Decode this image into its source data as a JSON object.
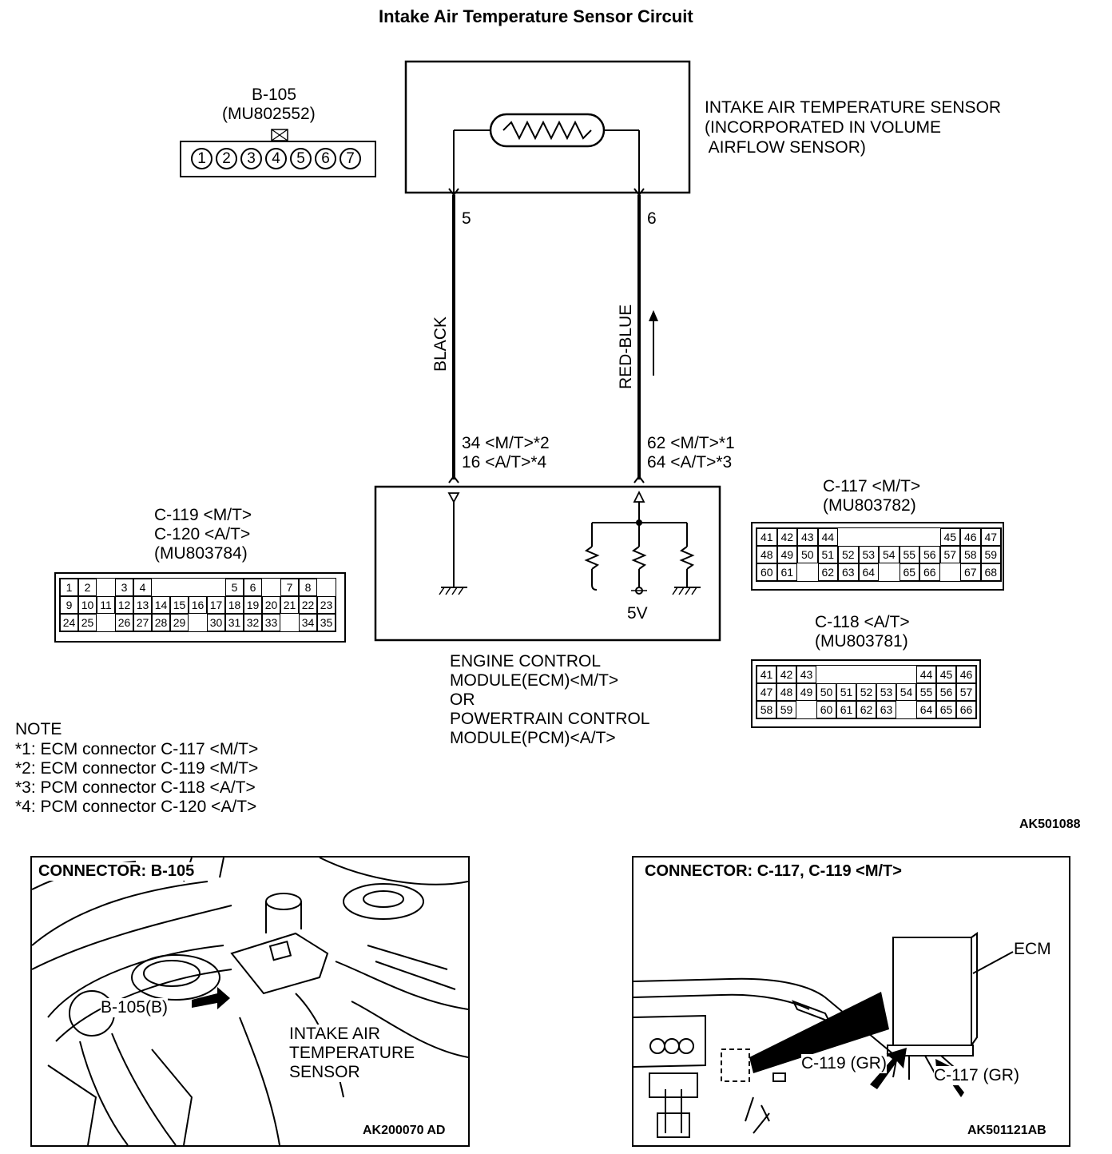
{
  "title": "Intake Air Temperature Sensor Circuit",
  "b105": {
    "label": "B-105",
    "part": "(MU802552)",
    "pins": [
      "1",
      "2",
      "3",
      "4",
      "5",
      "6",
      "7"
    ]
  },
  "sensor": {
    "line1": "INTAKE AIR TEMPERATURE SENSOR",
    "line2": "(INCORPORATED IN VOLUME",
    "line3": " AIRFLOW SENSOR)",
    "pin_left": "5",
    "pin_right": "6"
  },
  "wires": {
    "left_color": "BLACK",
    "right_color": "RED-BLUE",
    "left_term1": "34 <M/T>*2",
    "left_term2": "16 <A/T>*4",
    "right_term1": "62 <M/T>*1",
    "right_term2": "64 <A/T>*3"
  },
  "ecm": {
    "voltage": "5V",
    "line1": "ENGINE CONTROL",
    "line2": "MODULE(ECM)<M/T>",
    "line3": "OR",
    "line4": "POWERTRAIN CONTROL",
    "line5": "MODULE(PCM)<A/T>"
  },
  "c119": {
    "line1": "C-119 <M/T>",
    "line2": "C-120 <A/T>",
    "part": "(MU803784)",
    "rows": [
      [
        "1",
        "2",
        "",
        "3",
        "4",
        "",
        "",
        "",
        "",
        "5",
        "6",
        "",
        "7",
        "8"
      ],
      [
        "9",
        "10",
        "11",
        "12",
        "13",
        "14",
        "15",
        "16",
        "17",
        "18",
        "19",
        "20",
        "21",
        "22",
        "23"
      ],
      [
        "24",
        "25",
        "",
        "26",
        "27",
        "28",
        "29",
        "",
        "30",
        "31",
        "32",
        "33",
        "",
        "34",
        "35"
      ]
    ]
  },
  "c117": {
    "label": "C-117 <M/T>",
    "part": "(MU803782)",
    "rows": [
      [
        "41",
        "42",
        "43",
        "44",
        "",
        "",
        "",
        "",
        "",
        "45",
        "46",
        "47"
      ],
      [
        "48",
        "49",
        "50",
        "51",
        "52",
        "53",
        "54",
        "55",
        "56",
        "57",
        "58",
        "59"
      ],
      [
        "60",
        "61",
        "",
        "62",
        "63",
        "64",
        "",
        "65",
        "66",
        "",
        "67",
        "68"
      ]
    ]
  },
  "c118": {
    "label": "C-118 <A/T>",
    "part": "(MU803781)",
    "rows": [
      [
        "41",
        "42",
        "43",
        "",
        "",
        "",
        "",
        "",
        "44",
        "45",
        "46"
      ],
      [
        "47",
        "48",
        "49",
        "50",
        "51",
        "52",
        "53",
        "54",
        "55",
        "56",
        "57"
      ],
      [
        "58",
        "59",
        "",
        "60",
        "61",
        "62",
        "63",
        "",
        "64",
        "65",
        "66"
      ]
    ]
  },
  "note": {
    "title": "NOTE",
    "items": [
      "*1: ECM connector C-117 <M/T>",
      "*2: ECM connector C-119 <M/T>",
      "*3: PCM connector C-118 <A/T>",
      "*4: PCM connector C-120 <A/T>"
    ]
  },
  "code_main": "AK501088",
  "photo1": {
    "title": "CONNECTOR: B-105",
    "pointer": "B-105(B)",
    "label1": "INTAKE AIR",
    "label2": "TEMPERATURE",
    "label3": "SENSOR",
    "code": "AK200070 AD"
  },
  "photo2": {
    "title": "CONNECTOR: C-117, C-119 <M/T>",
    "ecm": "ECM",
    "c119": "C-119 (GR)",
    "c117": "C-117 (GR)",
    "code": "AK501121AB"
  }
}
